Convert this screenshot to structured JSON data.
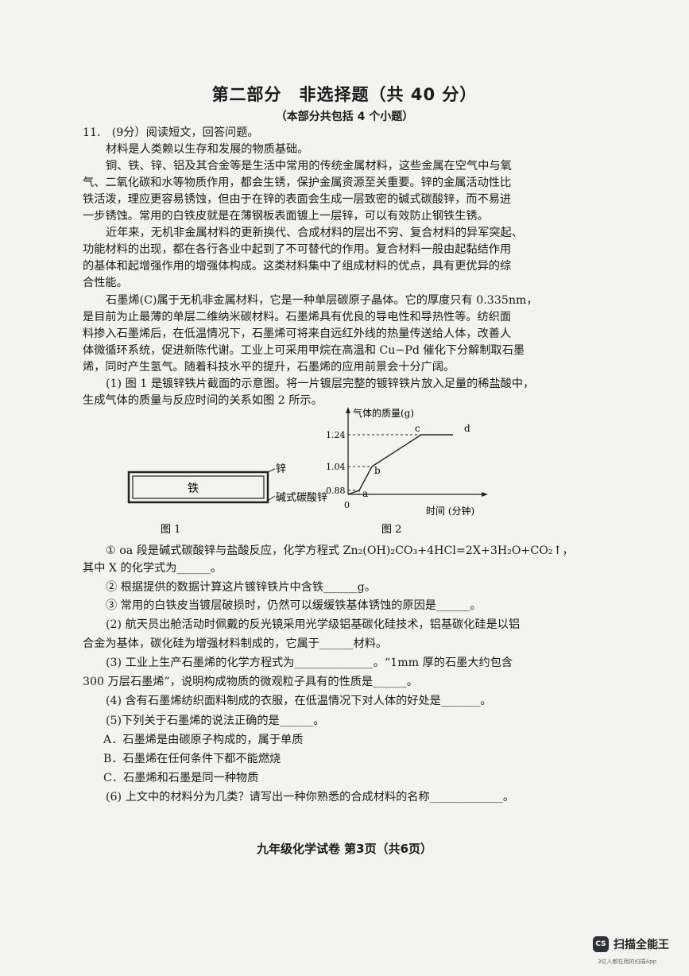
{
  "header": {
    "title": "第二部分　非选择题（共 40 分）",
    "subtitle": "（本部分共包括 4 个小题）"
  },
  "body": [
    "11.　(9分）阅读短文，回答问题。",
    "材料是人类赖以生存和发展的物质基础。",
    "铜、铁、锌、铝及其合金等是生活中常用的传统金属材料，这些金属在空气中与氧",
    "气、二氧化碳和水等物质作用，都会生锈，保护金属资源至关重要。锌的金属活动性比",
    "铁活泼，理应更容易锈蚀，但由于在锌的表面会生成一层致密的碱式碳酸锌，而不易进",
    "一步锈蚀。常用的白铁皮就是在薄钢板表面镀上一层锌，可以有效防止钢铁生锈。",
    "近年来，无机非金属材料的更新换代、合成材料的层出不穷、复合材料的异军突起、",
    "功能材料的出现，都在各行各业中起到了不可替代的作用。复合材料一般由起黏结作用",
    "的基体和起增强作用的增强体构成。这类材料集中了组成材料的优点，具有更优异的综",
    "合性能。",
    "石墨烯(C)属于无机非金属材料，它是一种单层碳原子晶体。它的厚度只有 0.335nm，",
    "是目前为止最薄的单层二维纳米碳材料。石墨烯具有优良的导电性和导热性等。纺织面",
    "料掺入石墨烯后，在低温情况下，石墨烯可将来自远红外线的热量传送给人体，改善人",
    "体微循环系统，促进新陈代谢。工业上可采用甲烷在高温和 Cu−Pd 催化下分解制取石墨",
    "烯，同时产生氢气。随着科技水平的提升，石墨烯的应用前景会十分广阔。",
    "(1) 图 1 是镀锌铁片截面的示意图。将一片镀层完整的镀锌铁片放入足量的稀盐酸中，",
    "生成气体的质量与反应时间的关系如图 2 所示。"
  ],
  "figure1": {
    "inner_label": "铁",
    "label_zinc": "锌",
    "label_coating": "碱式碳酸锌",
    "caption": "图 1"
  },
  "figure2": {
    "y_title": "气体的质量(g)",
    "x_title": "时间 (分钟)",
    "origin": "0",
    "y_ticks": [
      "1.24",
      "1.04",
      "0.88"
    ],
    "points": [
      "a",
      "b",
      "c",
      "d"
    ],
    "caption": "图 2"
  },
  "chart_data": {
    "type": "line",
    "title": "",
    "xlabel": "时间 (分钟)",
    "ylabel": "气体的质量(g)",
    "y_ticks": [
      0.88,
      1.04,
      1.24
    ],
    "series": [
      {
        "points": [
          {
            "label": "o",
            "y": 0
          },
          {
            "label": "a",
            "y": 0.88
          },
          {
            "label": "b",
            "y": 1.04
          },
          {
            "label": "c",
            "y": 1.24
          },
          {
            "label": "d",
            "y": 1.24
          }
        ]
      }
    ]
  },
  "questions": [
    "① oa 段是碱式碳酸锌与盐酸反应，化学方程式 Zn₂(OH)₂CO₃+4HCl=2X+3H₂O+CO₂↑，",
    "其中 X 的化学式为______。",
    "② 根据提供的数据计算这片镀锌铁片中含铁______g。",
    "③ 常用的白铁皮当镀层破损时，仍然可以缓缓铁基体锈蚀的原因是______。",
    "(2) 航天员出舱活动时佩戴的反光镜采用光学级铝基碳化硅技术，铝基碳化硅是以铝",
    "合金为基体，碳化硅为增强材料制成的，它属于______材料。",
    "(3) 工业上生产石墨烯的化学方程式为______________。“1mm 厚的石墨大约包含",
    "300 万层石墨烯”，说明构成物质的微观粒子具有的性质是______。",
    "(4) 含有石墨烯纺织面料制成的衣服，在低温情况下对人体的好处是_______。",
    "(5)下列关于石墨烯的说法正确的是______。",
    "A．石墨烯是由碳原子构成的，属于单质",
    "B．石墨烯在任何条件下都不能燃烧",
    "C．石墨烯和石墨是同一种物质",
    "(6) 上文中的材料分为几类？请写出一种你熟悉的合成材料的名称_____________。"
  ],
  "footer": "九年级化学试卷 第3页（共6页）",
  "watermark": {
    "badge": "CS",
    "name": "扫描全能王",
    "tagline": "3亿人都在用的扫描App"
  }
}
